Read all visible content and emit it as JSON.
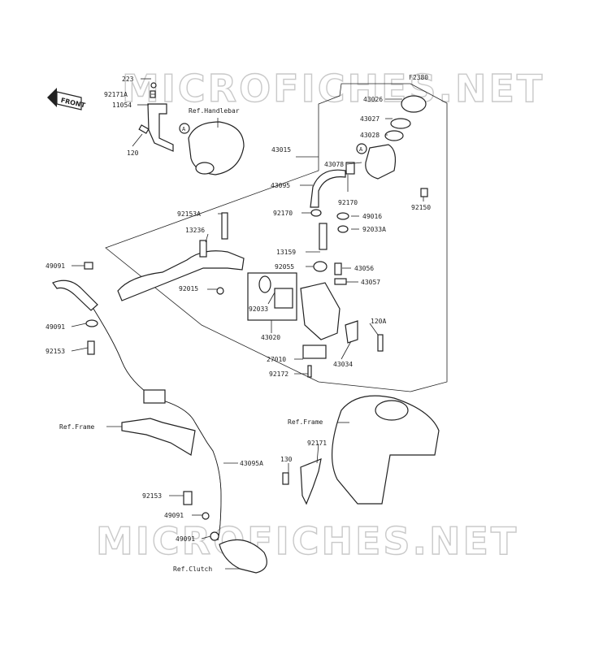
{
  "diagram": {
    "code": "F2380",
    "watermark": "MICROFICHES.NET",
    "front_label": "FRONT",
    "reference_letter": "A",
    "labels": {
      "p223": "223",
      "p92171A": "92171A",
      "p11054": "11054",
      "p120": "120",
      "ref_handlebar": "Ref.Handlebar",
      "p43015": "43015",
      "p43026": "43026",
      "p43027": "43027",
      "p43028": "43028",
      "p43078": "43078",
      "p43095": "43095",
      "p92170a": "92170",
      "p92170b": "92170",
      "p49016": "49016",
      "p92033A": "92033A",
      "p92150": "92150",
      "p92153A": "92153A",
      "p13236": "13236",
      "p13159": "13159",
      "p92055": "92055",
      "p43056": "43056",
      "p43057": "43057",
      "p92015": "92015",
      "p49091a": "49091",
      "p92033": "92033",
      "p43020": "43020",
      "p120A": "120A",
      "p49091b": "49091",
      "p92153a": "92153",
      "p27010": "27010",
      "p43034": "43034",
      "p92172": "92172",
      "ref_frame_left": "Ref.Frame",
      "ref_frame_right": "Ref.Frame",
      "p92171": "92171",
      "p130": "130",
      "p43095A": "43095A",
      "p92153b": "92153",
      "p49091c": "49091",
      "p49091d": "49091",
      "ref_clutch": "Ref.Clutch"
    }
  }
}
